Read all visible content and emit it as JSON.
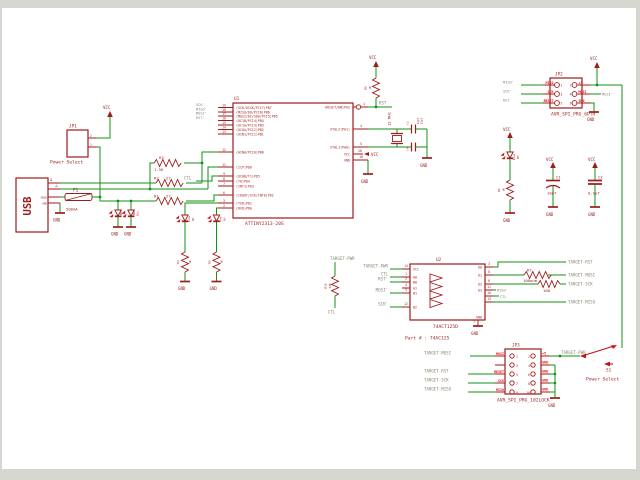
{
  "colors": {
    "wire_green": "#149114",
    "part_red": "#9d1c1c",
    "pin_label_red": "#e41414",
    "net_label_gray": "#8f8775",
    "background": "#ffffff",
    "frame": "#d6d6d0"
  },
  "supplies": {
    "vcc": "VCC",
    "gnd": "GND"
  },
  "nets": {
    "sck": "SCK'",
    "miso": "MISO'",
    "mosi": "MOSI'",
    "rstp": "RST'",
    "rst": "RST",
    "ctl": "CTL",
    "target_pwr": "TARGET-PWR",
    "target_rst": "TARGET-RST",
    "target_mosi": "TARGET-MOSI",
    "target_sck": "TARGET-SCK",
    "target_miso": "TARGET-MISO"
  },
  "u1": {
    "ref": "U1",
    "value": "ATTINY2313-20S",
    "left": [
      {
        "n": "19",
        "name": "(SCK/UCSK/PCI7)PB7"
      },
      {
        "n": "18",
        "name": "(MISO/DO/PCI6)PB6"
      },
      {
        "n": "17",
        "name": "(MOSI/DI/SDA/PCI5)PB5"
      },
      {
        "n": "16",
        "name": "(OC1B/PCI4)PB4"
      },
      {
        "n": "15",
        "name": "(OC1A/PCI3)PB3"
      },
      {
        "n": "14",
        "name": "(OC0A/PCI2)PB2"
      },
      {
        "n": "13",
        "name": "(AIN1/PCI1)PB1"
      },
      {
        "n": "12",
        "name": "(AIN0/PCI0)PB0"
      },
      {
        "n": "11",
        "name": "(ICP)PD6"
      },
      {
        "n": "9",
        "name": "(OC0B/T1)PD5"
      },
      {
        "n": "8",
        "name": "(T0)PD4"
      },
      {
        "n": "7",
        "name": "(INT1)PD3"
      },
      {
        "n": "6",
        "name": "(CKOUT/XCK/INT0)PD2"
      },
      {
        "n": "3",
        "name": "(TXD)PD1"
      },
      {
        "n": "2",
        "name": "(RXD)PD0"
      }
    ],
    "right": [
      {
        "n": "1",
        "name": "(RESET/DW)PA2"
      },
      {
        "n": "4",
        "name": "XTAL2(PA1)"
      },
      {
        "n": "5",
        "name": "XTAL1(PA0)"
      },
      {
        "n": "20",
        "name": "VCC"
      },
      {
        "n": "10",
        "name": "GND"
      }
    ]
  },
  "u2": {
    "ref": "U2",
    "value": "74ACT125D",
    "part_note": "Part # : 74AC125",
    "left": [
      {
        "n": "14",
        "name": "VCC"
      },
      {
        "n": "1",
        "name": "A0"
      },
      {
        "n": "2",
        "name": "B0"
      },
      {
        "n": "4",
        "name": "A1"
      },
      {
        "n": "5",
        "name": "B1"
      },
      {
        "n": "12",
        "name": "B2"
      }
    ],
    "right": [
      {
        "n": "3",
        "name": "O0"
      },
      {
        "n": "6",
        "name": "O1"
      },
      {
        "n": "8",
        "name": "O2"
      },
      {
        "n": "11",
        "name": "O3"
      },
      {
        "n": "10",
        "name": ""
      },
      {
        "n": "13",
        "name": ""
      }
    ],
    "gnd_pin": "7",
    "gnd_name": "GND"
  },
  "jp1": {
    "ref": "JP1",
    "caption": "Power Select",
    "pin_top": "2",
    "pin_bottom": "1"
  },
  "jp2": {
    "ref": "JP2",
    "caption": "AVR_SPI_PRG_6PTH",
    "left_nums": [
      "1",
      "3",
      "5"
    ],
    "right_nums": [
      "2",
      "4",
      "6"
    ],
    "left_pins": [
      "MISO",
      "SCK",
      "RESET"
    ],
    "right_pins": [
      "+5",
      "MOSI",
      "GND"
    ]
  },
  "jp3": {
    "ref": "JP3",
    "caption": "AVR_SPI_PRG_102LOCK",
    "left_nums": [
      "1",
      "3",
      "5",
      "7",
      "9"
    ],
    "right_nums": [
      "2",
      "4",
      "6",
      "8",
      "10"
    ],
    "left_pins": [
      "MOSI",
      "RESET",
      "SCK",
      "MISO"
    ],
    "right_pins": [
      "+5",
      "GND",
      "GND",
      "GND",
      "GND"
    ]
  },
  "usb": {
    "label": "USB",
    "pin_dplus": "D+",
    "pin_dminus": "D-",
    "pin_vbus": "VBUS",
    "pin_gnd": "GND"
  },
  "f1": {
    "ref": "F1",
    "value": "500mA"
  },
  "resistors": {
    "r1": {
      "ref": "R1",
      "value": "27"
    },
    "r2": {
      "ref": "R2",
      "value": "27"
    },
    "r3": {
      "ref": "R3",
      "value": "1.5K"
    },
    "r4": {
      "ref": "R4",
      "value": "1K"
    },
    "r5": {
      "ref": "R5",
      "value": "1K"
    },
    "r6": {
      "ref": "R6",
      "value": "1K"
    },
    "r7": {
      "ref": "R7",
      "value": "100ohm"
    },
    "r8": {
      "ref": "R8",
      "value": "1K"
    },
    "r9": {
      "value": "100"
    },
    "r10": {
      "ref": "R10",
      "value": "22K"
    }
  },
  "diodes": {
    "led1": {
      "ref": "LED1",
      "value": "Grn"
    },
    "led2": {
      "ref": "LED2",
      "value": "Blu"
    },
    "d1": {
      "ref": "D1",
      "value": "Blue"
    },
    "d2": {
      "ref": "D2",
      "value": "Red"
    },
    "d5": {
      "ref": "D5",
      "value": "Blue"
    }
  },
  "caps": {
    "c1": {
      "ref": "C1",
      "value": "10uf"
    },
    "c2": {
      "ref": "C2",
      "value": "0.1uf"
    },
    "c3": {
      "ref": "C3",
      "value": "22pf"
    },
    "c4": {
      "ref": "C4",
      "value": "22pf"
    }
  },
  "xtal": {
    "value": "12 MHz"
  },
  "s1": {
    "ref": "S1",
    "caption": "Power Select"
  }
}
